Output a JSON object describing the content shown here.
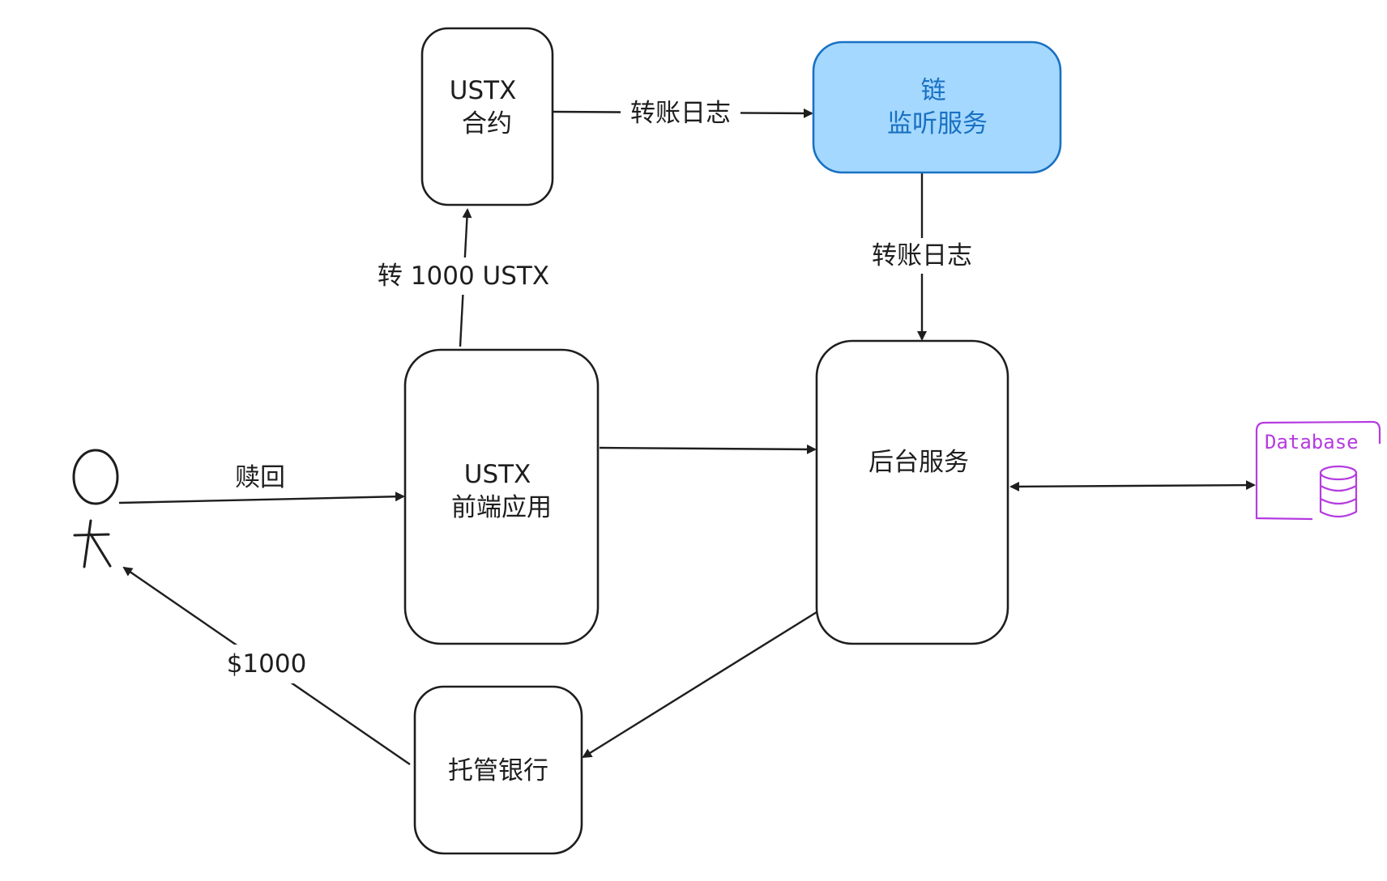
{
  "nodes": {
    "ustx_contract": {
      "label": "USTX\n合约"
    },
    "chain_listener": {
      "label": "链\n监听服务"
    },
    "ustx_frontend": {
      "label": "USTX\n前端应用"
    },
    "backend": {
      "label": "后台服务"
    },
    "custodian_bank": {
      "label": "托管银行"
    },
    "database": {
      "label": "Database"
    }
  },
  "edges": {
    "contract_to_listener": {
      "label": "转账日志"
    },
    "listener_to_backend": {
      "label": "转账日志"
    },
    "frontend_to_contract": {
      "label": "转 1000 USTX"
    },
    "user_to_frontend": {
      "label": "赎回"
    },
    "bank_to_user": {
      "label": "$1000"
    }
  },
  "colors": {
    "stroke": "#1e1e1e",
    "accent_fill": "#a5d8ff",
    "accent_stroke": "#1971c2",
    "accent_text": "#1971c2",
    "database": "#b53ce0"
  }
}
